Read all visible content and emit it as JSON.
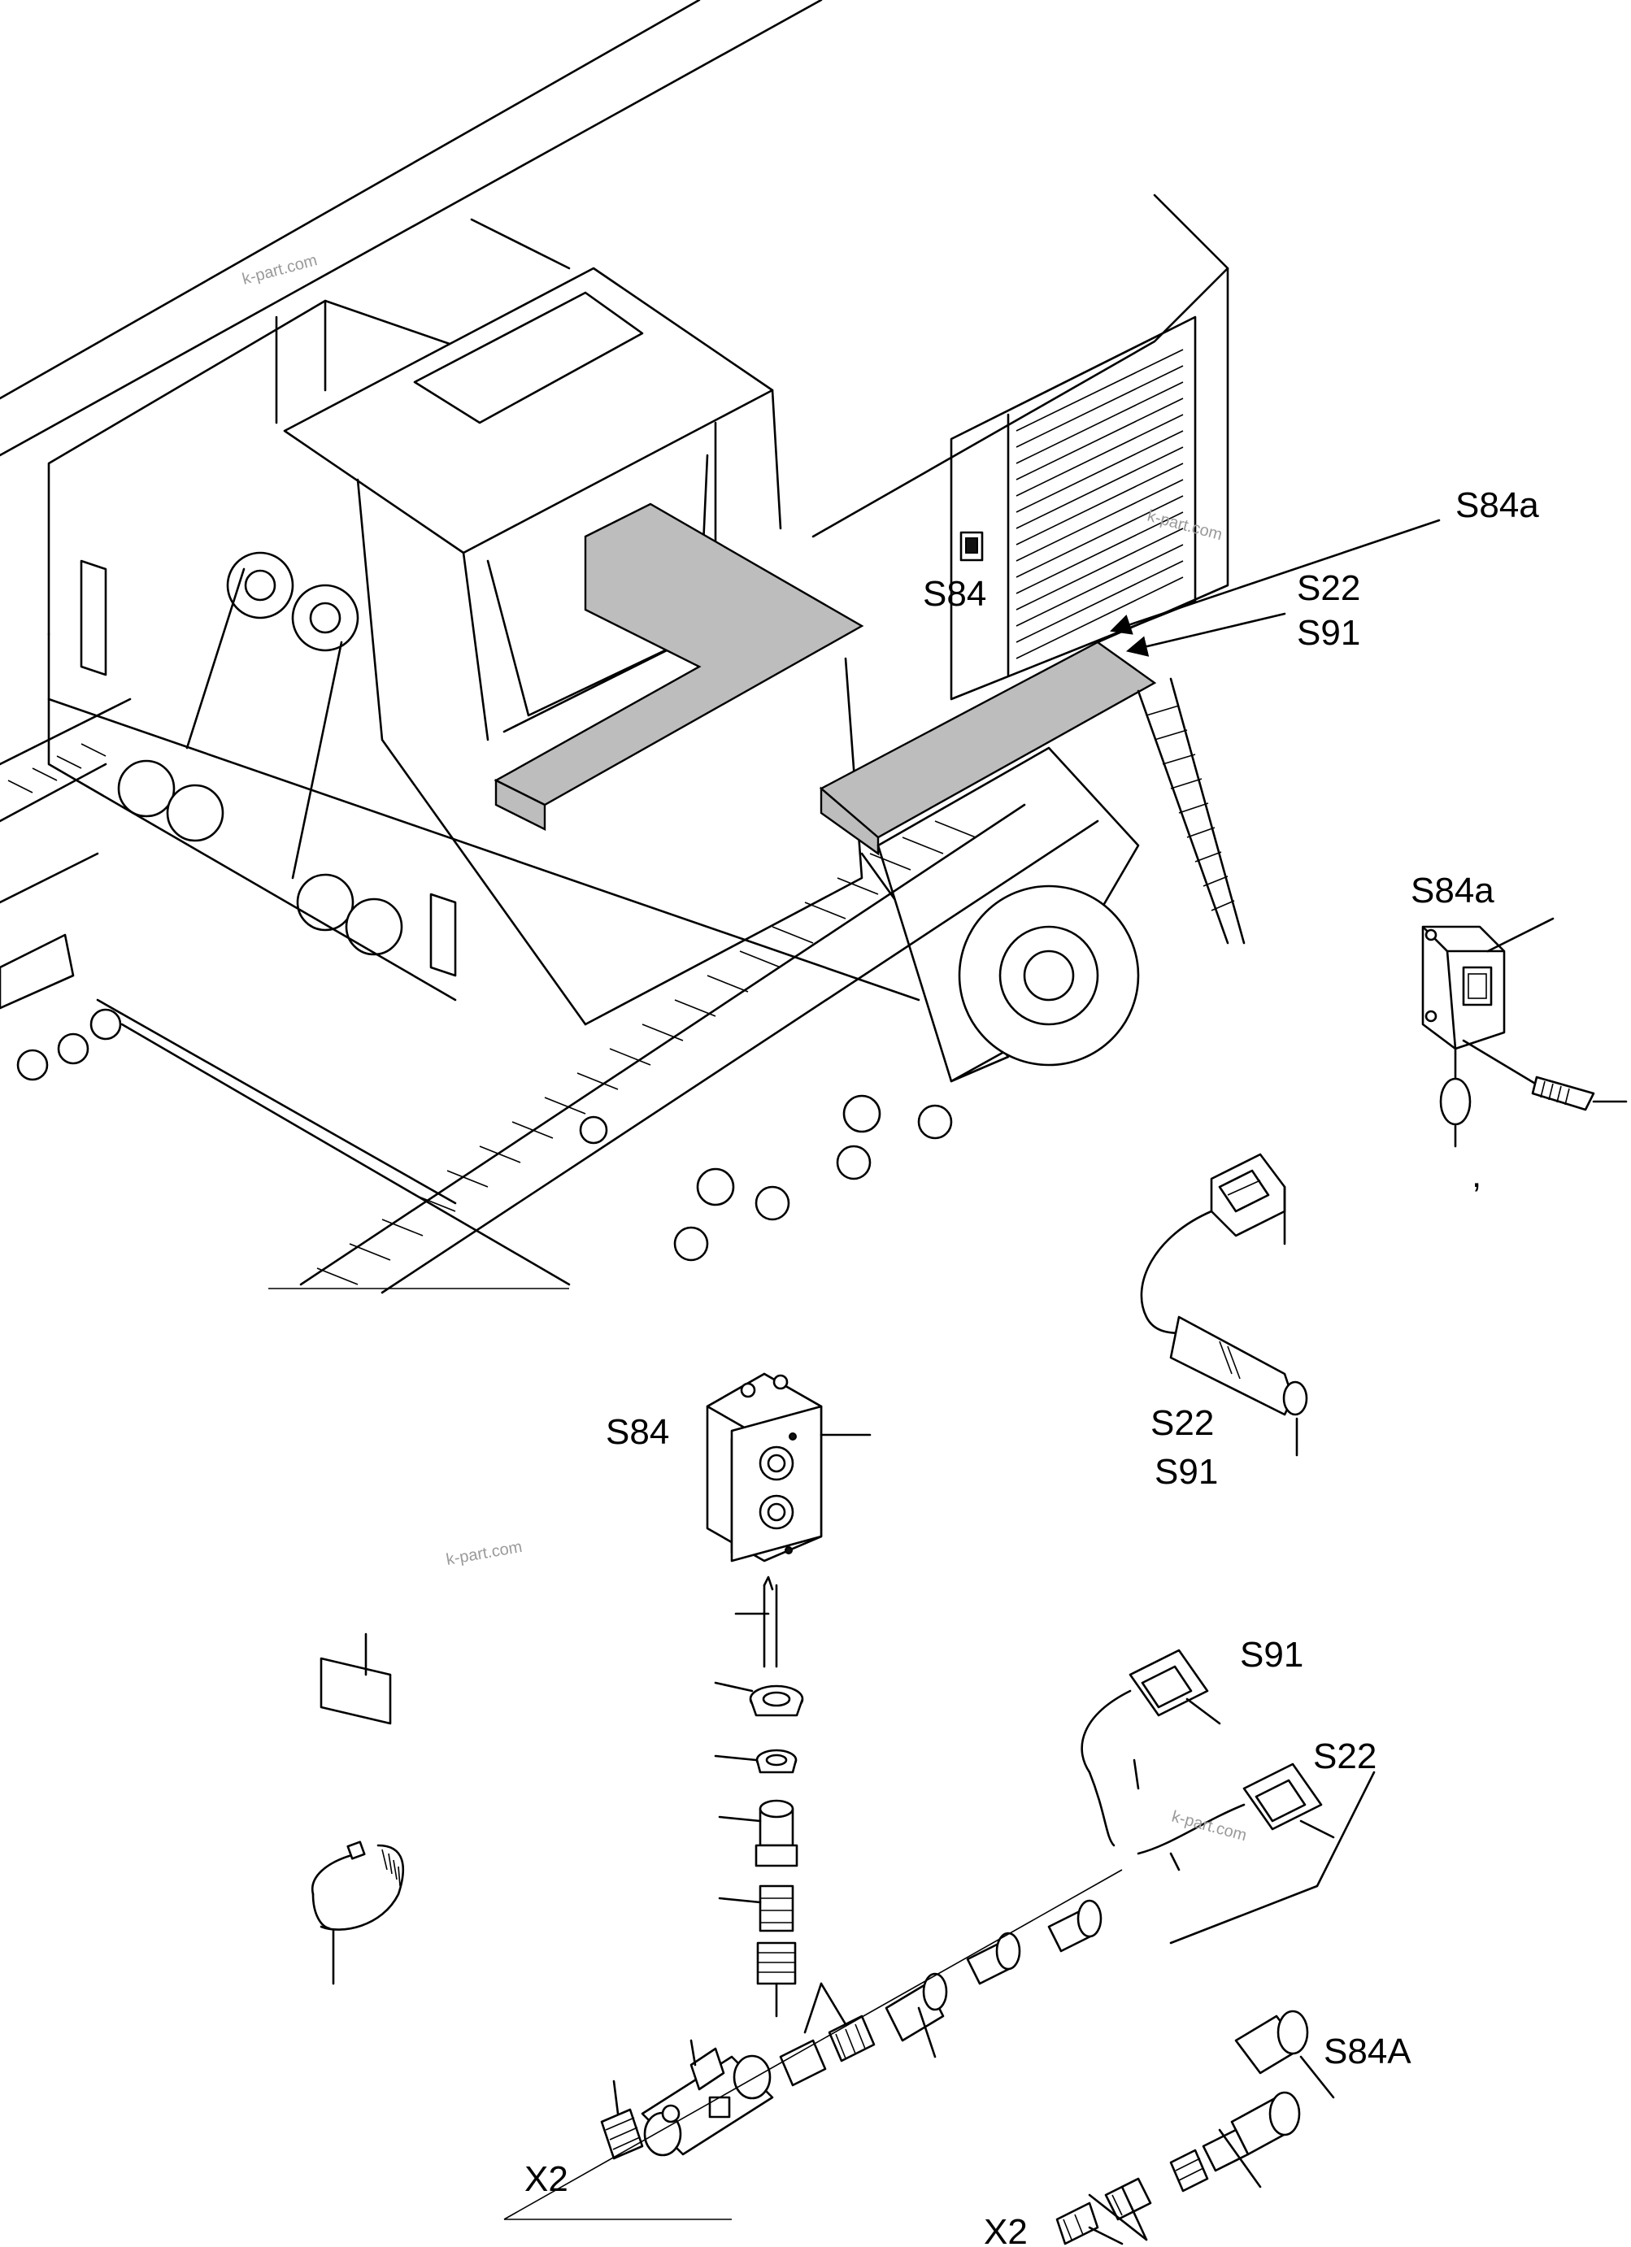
{
  "labels": {
    "s84a_top": "S84a",
    "s84_machine": "S84",
    "s22_top": "S22",
    "s91_top": "S91",
    "s84a_detail": "S84a",
    "s22_detail": "S22",
    "s91_detail": "S91",
    "s84_detail": "S84",
    "s91_harness": "S91",
    "s22_harness": "S22",
    "s84A_bottom": "S84A",
    "x2_left": "X2",
    "x2_bottom": "X2",
    "comma_mark": ","
  },
  "watermarks": [
    "k-part.com",
    "k-part.com",
    "k-part.com",
    "k-part.com"
  ],
  "colors": {
    "line": "#000000",
    "walkway_fill": "#bdbdbd",
    "background": "#ffffff",
    "watermark": "#9a9a9a"
  }
}
